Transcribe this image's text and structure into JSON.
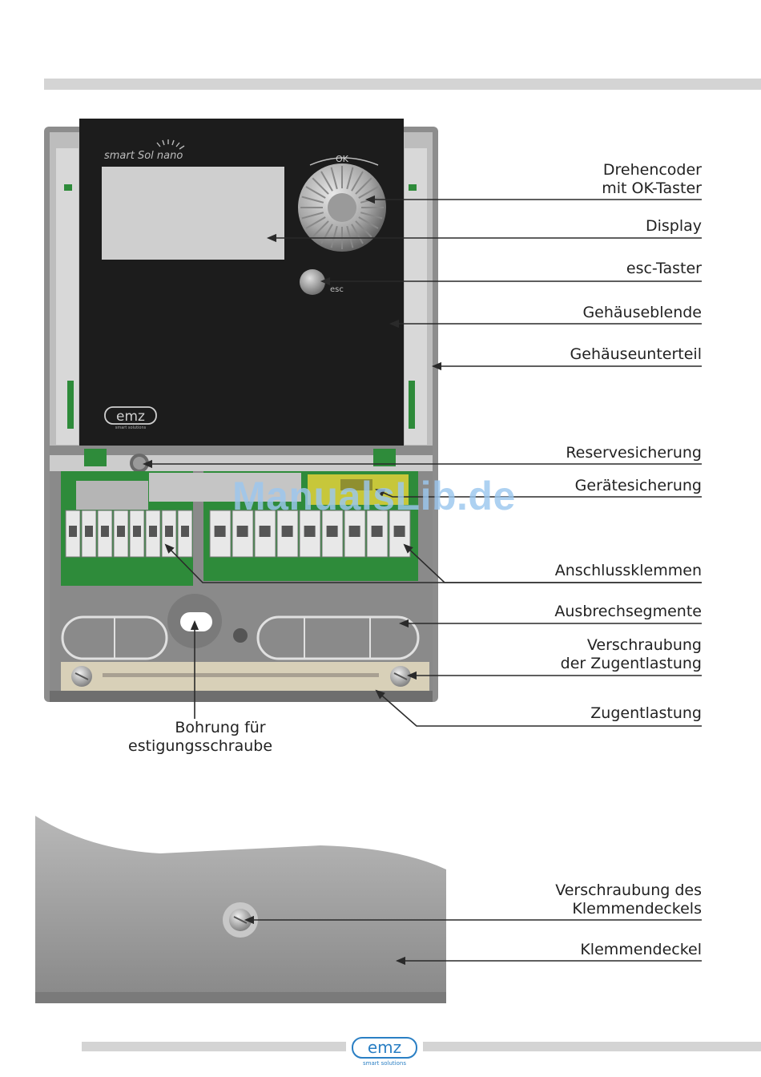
{
  "device": {
    "brand_line": "smart Sol nano",
    "ok_label": "OK",
    "esc_label": "esc",
    "logo_text": "emz",
    "logo_sub": "smart solutions"
  },
  "labels": {
    "drehencoder": [
      "Drehencoder",
      "mit OK-Taster"
    ],
    "display": "Display",
    "esc_taster": "esc-Taster",
    "gehaeuseblende": "Gehäuseblende",
    "gehaeuseunterteil": "Gehäuseunterteil",
    "reservesicherung": "Reservesicherung",
    "geraetesicherung": "Gerätesicherung",
    "anschlussklemmen": "Anschlussklemmen",
    "ausbrechsegmente": "Ausbrechsegmente",
    "verschraubung_zug": [
      "Verschraubung",
      "der Zugentlastung"
    ],
    "zugentlastung": "Zugentlastung",
    "verschraubung_deckel": [
      "Verschraubung des",
      "Klemmendeckels"
    ],
    "klemmendeckel": "Klemmendeckel"
  },
  "caption": [
    "Bohrung für",
    "estigungsschraube"
  ],
  "watermark": "ManualsLib.de",
  "footer": {
    "logo_text": "emz",
    "logo_sub": "smart solutions"
  }
}
